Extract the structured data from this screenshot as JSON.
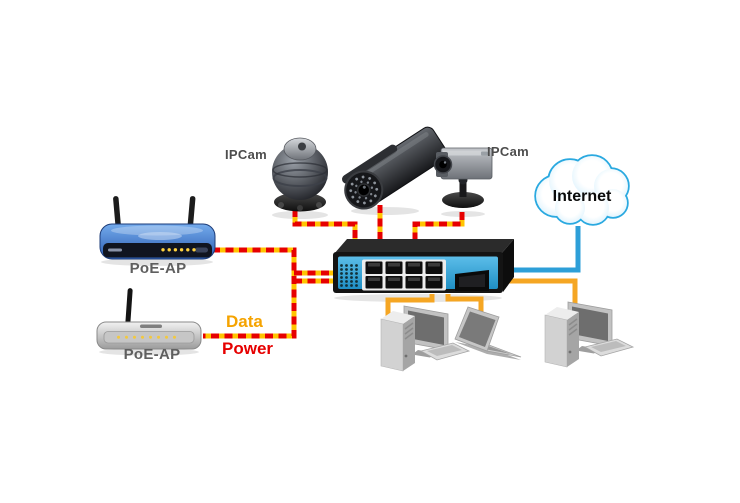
{
  "diagram": {
    "type": "poe-network-topology",
    "labels": {
      "ipcam_dome": "IPCam",
      "ipcam_box": "IPCam",
      "poe_ap_top": "PoE-AP",
      "poe_ap_bottom": "PoE-AP",
      "data_legend": "Data",
      "power_legend": "Power",
      "internet": "Internet"
    },
    "colors": {
      "power_red": "#e60000",
      "data_yellow": "#ffc400",
      "lan_orange": "#f5a623",
      "internet_blue": "#2d9fd8",
      "switch_face_blue": "#35a8dc",
      "data_label_orange": "#f5a300"
    },
    "devices": [
      {
        "name": "poe-ap-router-top",
        "label": "PoE-AP"
      },
      {
        "name": "poe-ap-router-bottom",
        "label": "PoE-AP"
      },
      {
        "name": "dome-camera",
        "label": "IPCam"
      },
      {
        "name": "bullet-camera"
      },
      {
        "name": "box-camera",
        "label": "IPCam"
      },
      {
        "name": "poe-switch"
      },
      {
        "name": "desktop-pc-left"
      },
      {
        "name": "laptop"
      },
      {
        "name": "desktop-pc-right"
      },
      {
        "name": "internet-cloud",
        "label": "Internet"
      }
    ]
  }
}
